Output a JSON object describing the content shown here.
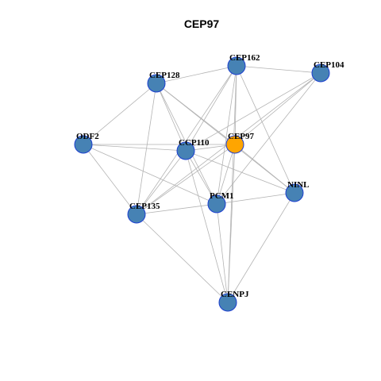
{
  "graph": {
    "title": "CEP97",
    "colors": {
      "node": "#4682b4",
      "node_stroke": "#1c3fd0",
      "center": "#ffa500",
      "center_stroke": "#1c3fd0",
      "edge": "#b3b3b3"
    },
    "nodes": [
      {
        "id": "CEP97",
        "label": "CEP97",
        "center": true
      },
      {
        "id": "CEP162",
        "label": "CEP162"
      },
      {
        "id": "CEP104",
        "label": "CEP104"
      },
      {
        "id": "CEP128",
        "label": "CEP128"
      },
      {
        "id": "ODF2",
        "label": "ODF2"
      },
      {
        "id": "CCP110",
        "label": "CCP110"
      },
      {
        "id": "NINL",
        "label": "NINL"
      },
      {
        "id": "PCM1",
        "label": "PCM1"
      },
      {
        "id": "CEP135",
        "label": "CEP135"
      },
      {
        "id": "CENPJ",
        "label": "CENPJ"
      }
    ],
    "edges": [
      [
        "CEP128",
        "CEP162"
      ],
      [
        "CEP162",
        "CEP104"
      ],
      [
        "CEP128",
        "ODF2"
      ],
      [
        "CEP128",
        "CCP110"
      ],
      [
        "CEP128",
        "CEP97"
      ],
      [
        "CEP128",
        "NINL"
      ],
      [
        "CEP128",
        "PCM1"
      ],
      [
        "CEP128",
        "CEP135"
      ],
      [
        "CEP162",
        "CCP110"
      ],
      [
        "CEP162",
        "CEP97"
      ],
      [
        "CEP162",
        "NINL"
      ],
      [
        "CEP162",
        "PCM1"
      ],
      [
        "CEP162",
        "CEP135"
      ],
      [
        "CEP162",
        "CENPJ"
      ],
      [
        "CEP104",
        "CCP110"
      ],
      [
        "CEP104",
        "CEP97"
      ],
      [
        "CEP104",
        "PCM1"
      ],
      [
        "CEP104",
        "CEP135"
      ],
      [
        "ODF2",
        "CCP110"
      ],
      [
        "ODF2",
        "CEP97"
      ],
      [
        "ODF2",
        "PCM1"
      ],
      [
        "ODF2",
        "CEP135"
      ],
      [
        "CCP110",
        "CEP97"
      ],
      [
        "CCP110",
        "NINL"
      ],
      [
        "CCP110",
        "PCM1"
      ],
      [
        "CCP110",
        "CEP135"
      ],
      [
        "CCP110",
        "CENPJ"
      ],
      [
        "CEP97",
        "NINL"
      ],
      [
        "CEP97",
        "PCM1"
      ],
      [
        "CEP97",
        "CEP135"
      ],
      [
        "CEP97",
        "CENPJ"
      ],
      [
        "PCM1",
        "NINL"
      ],
      [
        "PCM1",
        "CEP135"
      ],
      [
        "PCM1",
        "CENPJ"
      ],
      [
        "NINL",
        "CENPJ"
      ],
      [
        "CEP135",
        "CENPJ"
      ]
    ]
  }
}
